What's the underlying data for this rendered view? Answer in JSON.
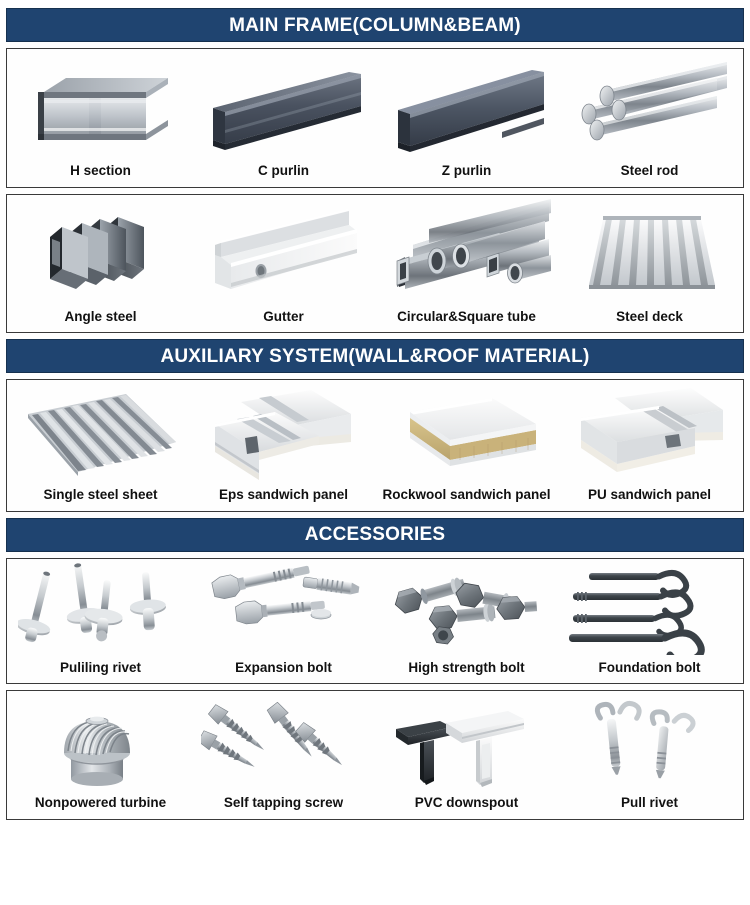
{
  "sections": [
    {
      "id": "main-frame",
      "banner": "MAIN FRAME(COLUMN&BEAM)",
      "rows": [
        {
          "items": [
            {
              "label": "H section",
              "icon": "h-beam-icon"
            },
            {
              "label": "C purlin",
              "icon": "c-purlin-icon"
            },
            {
              "label": "Z purlin",
              "icon": "z-purlin-icon"
            },
            {
              "label": "Steel rod",
              "icon": "steel-rod-icon"
            }
          ]
        },
        {
          "items": [
            {
              "label": "Angle steel",
              "icon": "angle-steel-icon"
            },
            {
              "label": "Gutter",
              "icon": "gutter-icon"
            },
            {
              "label": "Circular&Square tube",
              "icon": "tube-icon"
            },
            {
              "label": "Steel deck",
              "icon": "steel-deck-icon"
            }
          ]
        }
      ]
    },
    {
      "id": "auxiliary-system",
      "banner": "AUXILIARY SYSTEM(WALL&ROOF MATERIAL)",
      "rows": [
        {
          "items": [
            {
              "label": "Single steel sheet",
              "icon": "corrugated-sheet-icon"
            },
            {
              "label": "Eps sandwich panel",
              "icon": "eps-panel-icon"
            },
            {
              "label": "Rockwool sandwich panel",
              "icon": "rockwool-panel-icon"
            },
            {
              "label": "PU sandwich panel",
              "icon": "pu-panel-icon"
            }
          ]
        }
      ]
    },
    {
      "id": "accessories",
      "banner": "ACCESSORIES",
      "rows": [
        {
          "items": [
            {
              "label": "Puliling rivet",
              "icon": "pull-rivet-icon"
            },
            {
              "label": "Expansion bolt",
              "icon": "expansion-bolt-icon"
            },
            {
              "label": "High strength bolt",
              "icon": "hex-bolt-icon"
            },
            {
              "label": "Foundation bolt",
              "icon": "anchor-bolt-icon"
            }
          ]
        },
        {
          "items": [
            {
              "label": "Nonpowered turbine",
              "icon": "turbine-vent-icon"
            },
            {
              "label": "Self tapping screw",
              "icon": "self-tapping-screw-icon"
            },
            {
              "label": "PVC downspout",
              "icon": "downspout-icon"
            },
            {
              "label": "Pull rivet",
              "icon": "pull-rivet-tool-icon"
            }
          ]
        }
      ]
    }
  ],
  "colors": {
    "banner_bg": "#1f4470",
    "banner_text": "#ffffff",
    "panel_border": "#3a3a3a",
    "steel_light": "#d7dade",
    "steel_mid": "#9aa1a9",
    "steel_dark": "#5d656e",
    "purlin_blue": "#464f5e",
    "panel_white": "#f2f3f3",
    "rockwool_core": "#c9b47b",
    "eps_core": "#e6e4dd"
  }
}
